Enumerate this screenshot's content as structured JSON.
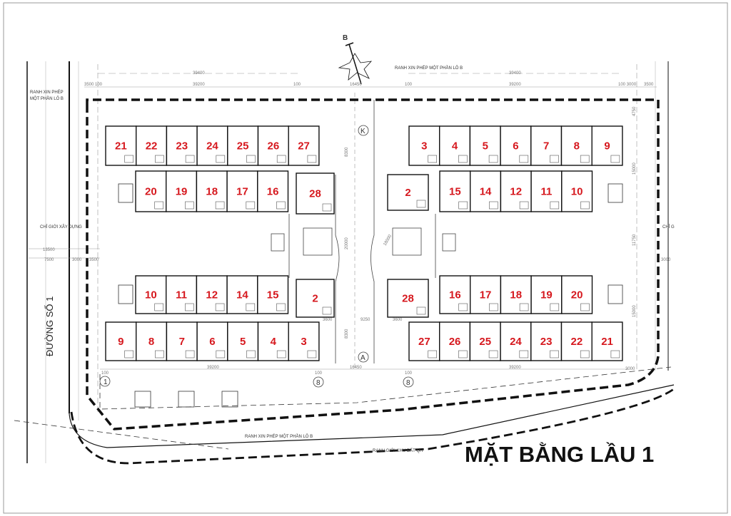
{
  "title": "MẶT BẰNG LẦU 1",
  "compass_label": "B",
  "colors": {
    "unit_number": "#d6181e",
    "lines": "#111111",
    "dimensions": "#888888"
  },
  "annotations": {
    "permit_boundary_top_left": "RANH XIN PHÉP",
    "permit_boundary_top_left_2": "MỘT PHẦN LÔ B",
    "permit_boundary_top": "RANH XIN PHÉP MỘT PHẦN LÔ B",
    "permit_boundary_bottom": "RANH XIN PHÉP MỘT PHẦN LÔ B",
    "construction_line_left": "CHỈ GIỚI XÂY DỰNG",
    "construction_line_right": "CHỈ G",
    "road": "ĐƯỜNG SỐ 1",
    "site_boundary": "RANH GIỚI KHU ĐẤT QH"
  },
  "axes": {
    "K": "K",
    "A": "A",
    "one": "1",
    "eight_left": "8",
    "eight_right": "8"
  },
  "dimensions": {
    "top_total_left": "39400",
    "top_total_right": "39400",
    "top_left_3500": "3500",
    "top_left_100": "100",
    "top_left_39200": "39200",
    "top_mid_100a": "100",
    "top_mid_16450": "16450",
    "top_mid_100b": "100",
    "top_right_39200": "39200",
    "top_right_100_3000": "100 3000",
    "top_right_3500": "3500",
    "left_13500": "13500",
    "left_7500": "7500",
    "left_3000": "3000",
    "left_3500": "3500",
    "right_3000": "3000",
    "bottom_left_39200": "39200",
    "bottom_mid_16450": "16450",
    "bottom_right_39200": "39200",
    "bottom_100a": "100",
    "bottom_100b": "100",
    "bottom_100c": "100",
    "bottom_right_3000": "3000",
    "mid_9250": "9250",
    "mid_3600a": "3600",
    "mid_3600b": "3600",
    "v_4750": "4750",
    "v_15000a": "15000",
    "v_11750": "11750",
    "v_15000b": "15000",
    "v_8300a": "8300",
    "v_8300b": "8300",
    "v_20000": "20000",
    "v_18000": "18000"
  },
  "blocks": {
    "top_left_upper": [
      "21",
      "22",
      "23",
      "24",
      "25",
      "26",
      "27"
    ],
    "top_left_lower": [
      "20",
      "19",
      "18",
      "17",
      "16"
    ],
    "top_left_core": "28",
    "top_right_upper": [
      "3",
      "4",
      "5",
      "6",
      "7",
      "8",
      "9"
    ],
    "top_right_lower": [
      "15",
      "14",
      "12",
      "11",
      "10"
    ],
    "top_right_core": "2",
    "bottom_left_upper": [
      "10",
      "11",
      "12",
      "14",
      "15"
    ],
    "bottom_left_lower": [
      "9",
      "8",
      "7",
      "6",
      "5",
      "4",
      "3"
    ],
    "bottom_left_core": "2",
    "bottom_right_upper": [
      "16",
      "17",
      "18",
      "19",
      "20"
    ],
    "bottom_right_lower": [
      "27",
      "26",
      "25",
      "24",
      "23",
      "22",
      "21"
    ],
    "bottom_right_core": "28"
  }
}
